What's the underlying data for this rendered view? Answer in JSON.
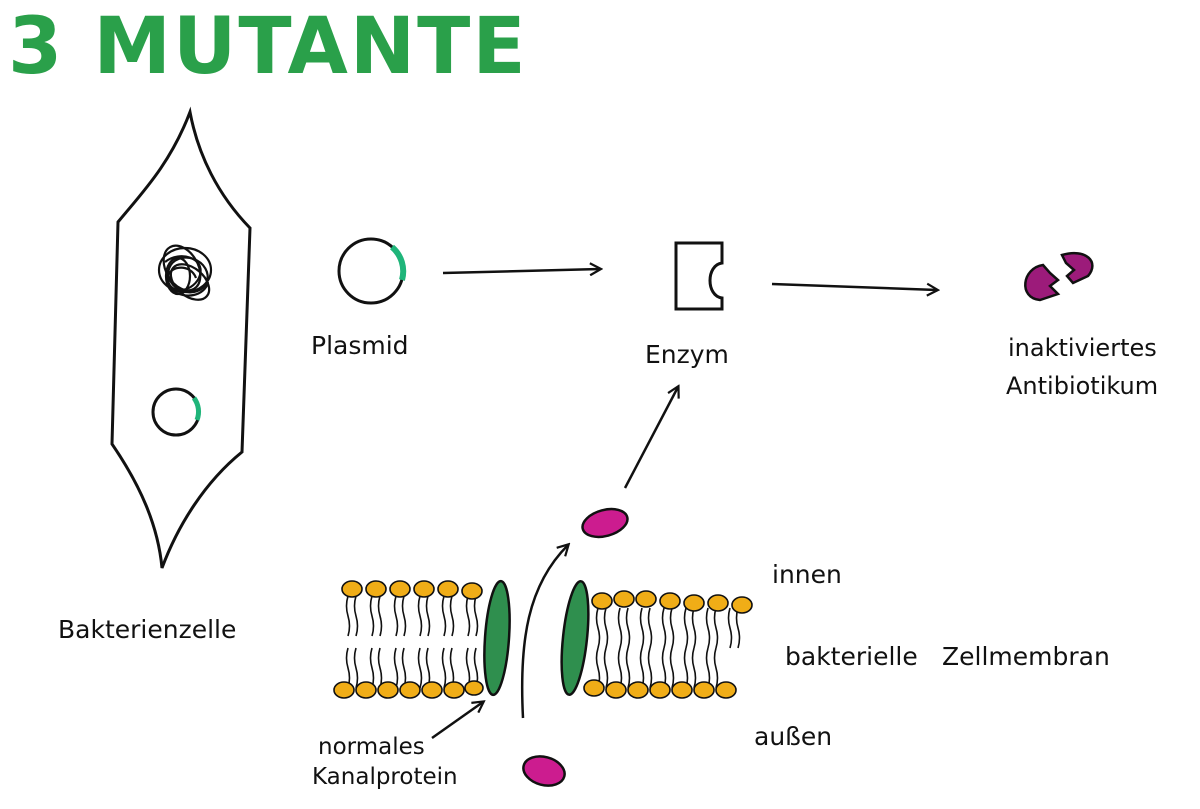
{
  "title": "3 MUTANTE",
  "labels": {
    "cell": "Bakterienzelle",
    "plasmid": "Plasmid",
    "enzyme": "Enzym",
    "inactivated": "inaktiviertes",
    "antibiotic": "Antibiotikum",
    "inside": "innen",
    "membrane_a": "bakterielle",
    "membrane_b": "Zellmembran",
    "outside": "außen",
    "channel_a": "normales",
    "channel_b": "Kanalprotein"
  },
  "colors": {
    "title": "#2aa04a",
    "mutation": "#1fb57a",
    "channel": "#2f8f4e",
    "lipid_head": "#f0ad17",
    "antibiotic": "#cc1c8f",
    "ink": "#111111"
  }
}
